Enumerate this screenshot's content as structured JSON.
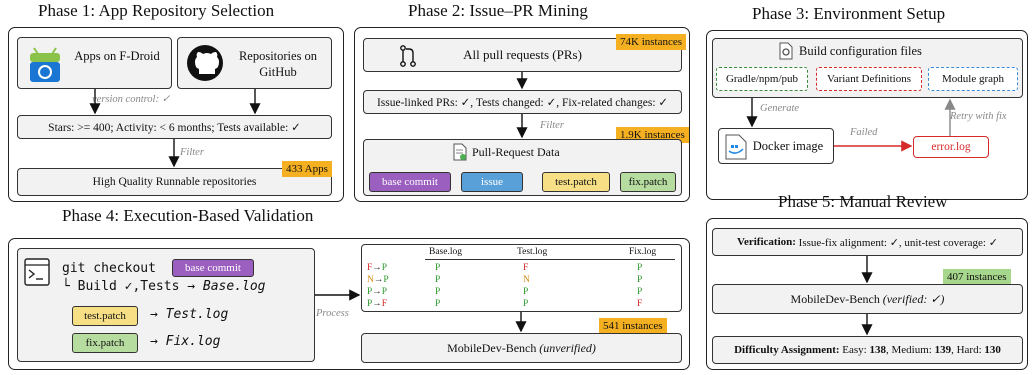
{
  "phase1": {
    "title": "Phase 1: App Repository Selection",
    "fdroid": "Apps on F-Droid",
    "github": "Repositories on GitHub",
    "version_control": "version control: ✓",
    "criteria": "Stars: >= 400; Activity: < 6 months; Tests available: ✓",
    "filter": "Filter",
    "tag": "433 Apps",
    "result": "High Quality Runnable repositories"
  },
  "phase2": {
    "title": "Phase 2: Issue–PR Mining",
    "all_prs": "All pull requests (PRs)",
    "tag1": "74K instances",
    "criteria": "Issue-linked PRs: ✓, Tests changed: ✓, Fix-related changes: ✓",
    "filter": "Filter",
    "tag2": "1.9K instances",
    "data_title": "Pull-Request Data",
    "chips": [
      "base commit",
      "issue",
      "test.patch",
      "fix.patch"
    ]
  },
  "phase3": {
    "title": "Phase 3: Environment Setup",
    "build_config": "Build configuration files",
    "subs": [
      "Gradle/npm/pub",
      "Variant Definitions",
      "Module graph"
    ],
    "generate": "Generate",
    "docker": "Docker image",
    "failed": "Failed",
    "retry": "Retry with fix",
    "error": "error.log"
  },
  "phase4": {
    "title": "Phase 4: Execution-Based Validation",
    "git_checkout": "git checkout",
    "base_commit": "base commit",
    "build_line_prefix": "└ Build ✓,Tests →",
    "base_log": "Base.log",
    "test_patch": "test.patch",
    "test_log": "Test.log",
    "fix_patch": "fix.patch",
    "fix_log": "Fix.log",
    "arrow": "→",
    "process": "Process",
    "table_headers": [
      "Base.log",
      "Test.log",
      "Fix.log"
    ],
    "table_rows": [
      {
        "a": "F",
        "b": "P",
        "cells": [
          "P",
          "F",
          "P"
        ]
      },
      {
        "a": "N",
        "b": "P",
        "cells": [
          "P",
          "N",
          "P"
        ]
      },
      {
        "a": "P",
        "b": "P",
        "cells": [
          "P",
          "P",
          "P"
        ]
      },
      {
        "a": "P",
        "b": "F",
        "cells": [
          "P",
          "P",
          "F"
        ]
      }
    ],
    "tag": "541 instances",
    "result": "MobileDev-Bench",
    "result_note": "(unverified)"
  },
  "phase5": {
    "title": "Phase 5: Manual Review",
    "verification_label": "Verification:",
    "verification": "Issue-fix alignment: ✓, unit-test coverage: ✓",
    "tag": "407 instances",
    "result": "MobileDev-Bench",
    "result_note": "(verified: ✓)",
    "difficulty_label": "Difficulty Assignment:",
    "easy_label": "Easy:",
    "easy": "138",
    "medium_label": "Medium:",
    "medium": "139",
    "hard_label": "Hard:",
    "hard": "130"
  },
  "colors": {
    "tag": "#f5b021",
    "purple": "#9b5fc0",
    "blue": "#5aa0d8",
    "yellow": "#f7df86",
    "green": "#b6dca0",
    "red": "#d62a2a"
  }
}
